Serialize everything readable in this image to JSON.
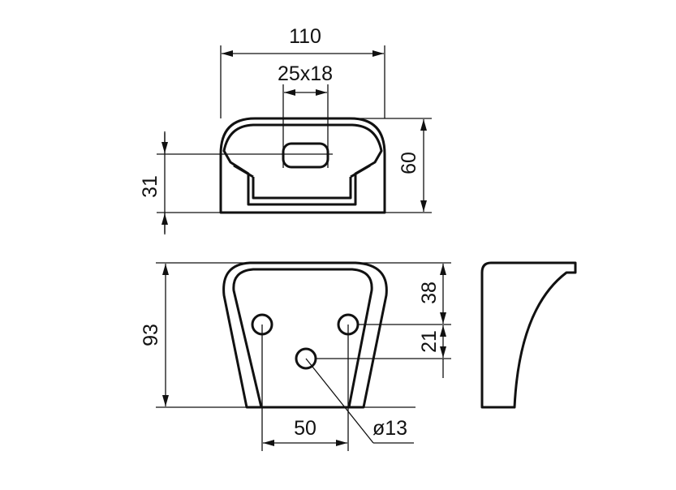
{
  "drawing": {
    "dimensions": {
      "top_width": "110",
      "slot_size": "25x18",
      "top_height": "60",
      "slot_height": "31",
      "front_height": "93",
      "upper_offset": "38",
      "hole_spacing_vertical": "21",
      "hole_spacing_horizontal": "50",
      "hole_diameter": "ø13"
    },
    "colors": {
      "line": "#111111",
      "background": "#ffffff"
    }
  }
}
